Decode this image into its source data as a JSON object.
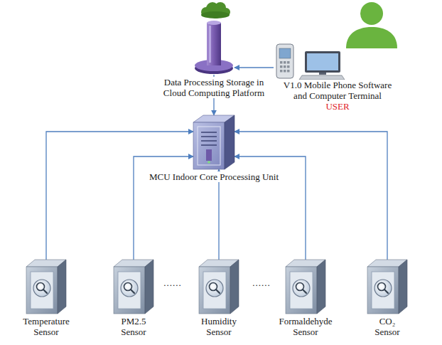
{
  "diagram": {
    "nodes": [
      {
        "text": [
          "Data Processing Storage in Cloud Computing Platform"
        ]
      },
      {
        "text": [
          "V1.0 Mobile Phone Software and Computer Terminal",
          "USER"
        ]
      },
      {
        "text": [
          "MCU Indoor Core Processing Unit"
        ]
      },
      {
        "text": [
          "Temperature Sensor"
        ]
      },
      {
        "text": [
          "PM2.5 Sensor"
        ]
      },
      {
        "text": [
          "Humidity Sensor"
        ]
      },
      {
        "text": [
          "Formaldehyde Sensor"
        ]
      },
      {
        "text": [
          "CO₂ Sensor"
        ]
      }
    ],
    "edges": [
      {
        "from": 1,
        "to": 0,
        "arrow": "to"
      },
      {
        "from": 0,
        "to": 2,
        "arrow": "to"
      },
      {
        "from": 3,
        "to": 2,
        "arrow": "to"
      },
      {
        "from": 4,
        "to": 2,
        "arrow": "to"
      },
      {
        "from": 5,
        "to": 2,
        "arrow": "to"
      },
      {
        "from": 6,
        "to": 2,
        "arrow": "to"
      },
      {
        "from": 7,
        "to": 2,
        "arrow": "to"
      }
    ],
    "labels": [
      "......",
      "......"
    ]
  }
}
